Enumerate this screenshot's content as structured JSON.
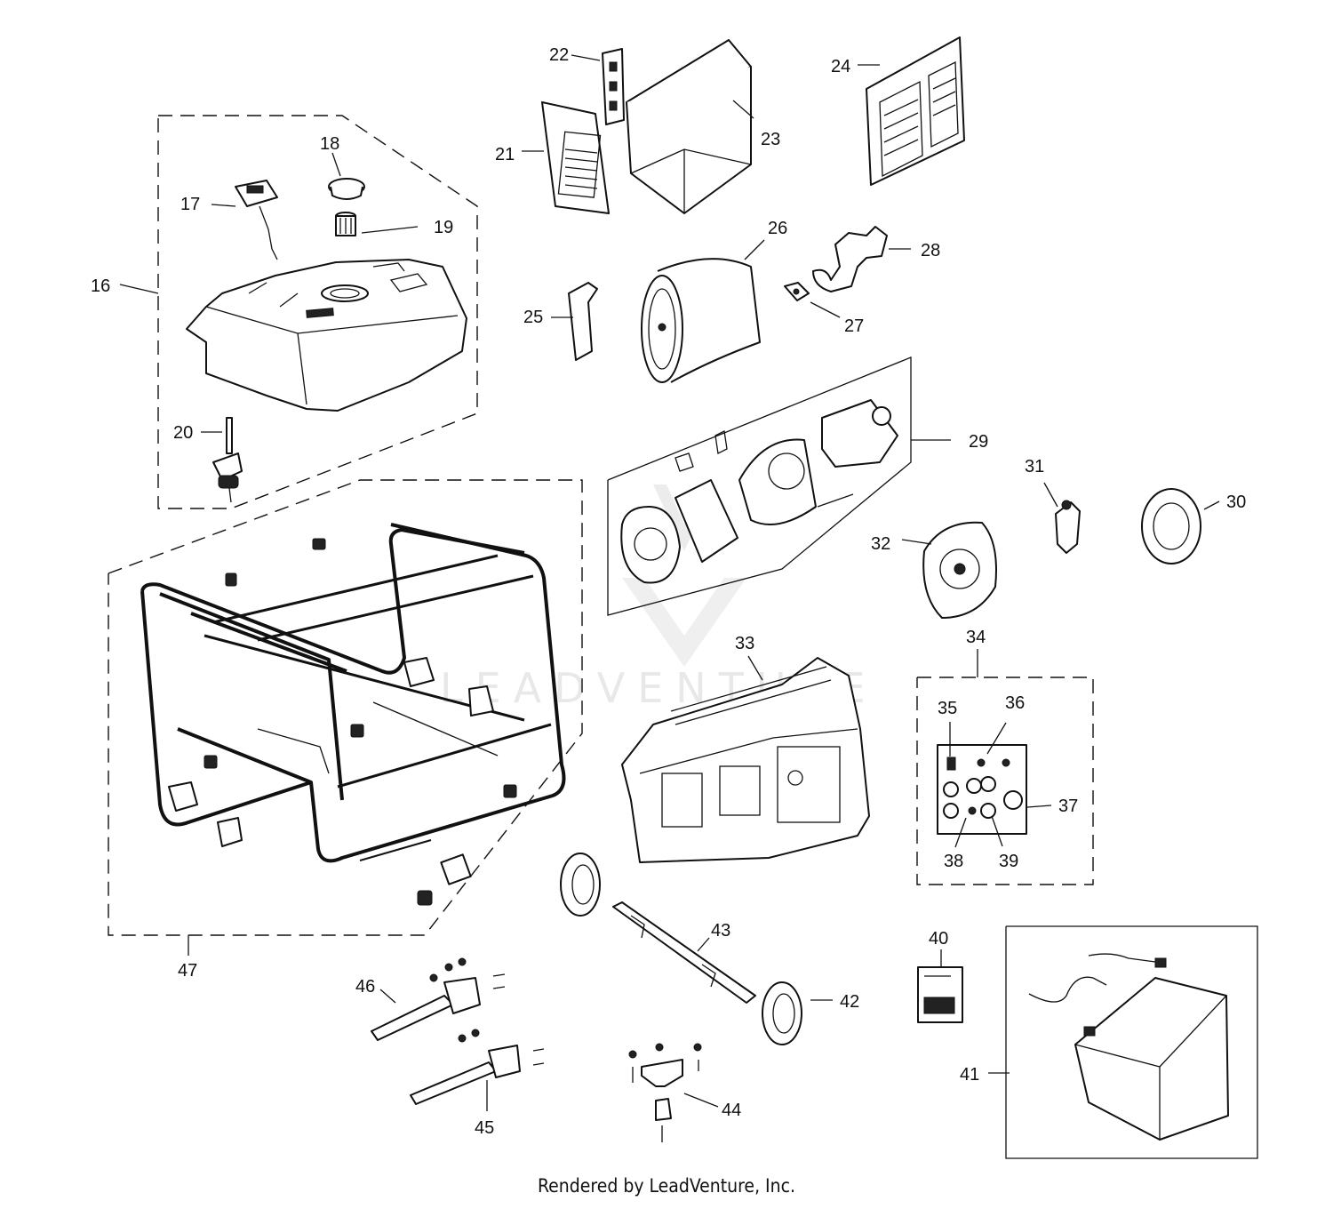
{
  "watermark": "LEADVENTURE",
  "footer": "Rendered by LeadVenture, Inc.",
  "callouts": [
    "16",
    "17",
    "18",
    "19",
    "20",
    "21",
    "22",
    "23",
    "24",
    "25",
    "26",
    "27",
    "28",
    "29",
    "30",
    "31",
    "32",
    "33",
    "34",
    "35",
    "36",
    "37",
    "38",
    "39",
    "40",
    "41",
    "42",
    "43",
    "44",
    "45",
    "46",
    "47"
  ]
}
